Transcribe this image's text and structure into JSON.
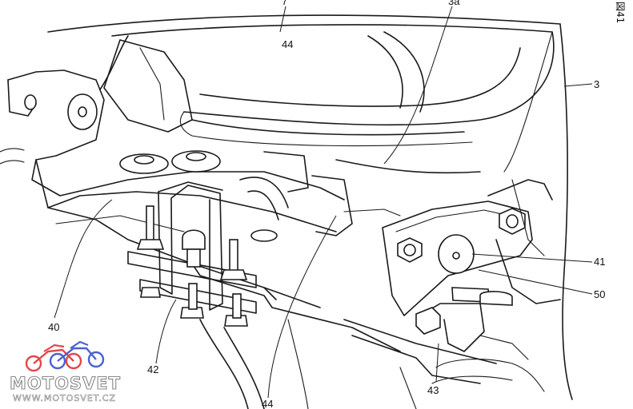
{
  "figure_label": "図41",
  "reference_numerals": {
    "r7": "7",
    "r3a": "3a",
    "r3": "3",
    "r44_top": "44",
    "r40": "40",
    "r41": "41",
    "r50": "50",
    "r42": "42",
    "r43": "43",
    "r44_bottom": "44"
  },
  "watermark": {
    "brand": "MOTOSVET",
    "url": "WWW.MOTOSVET.CZ",
    "colors": {
      "red": "#e0262b",
      "blue": "#2b47c8",
      "outline": "#8a8a8a"
    }
  }
}
